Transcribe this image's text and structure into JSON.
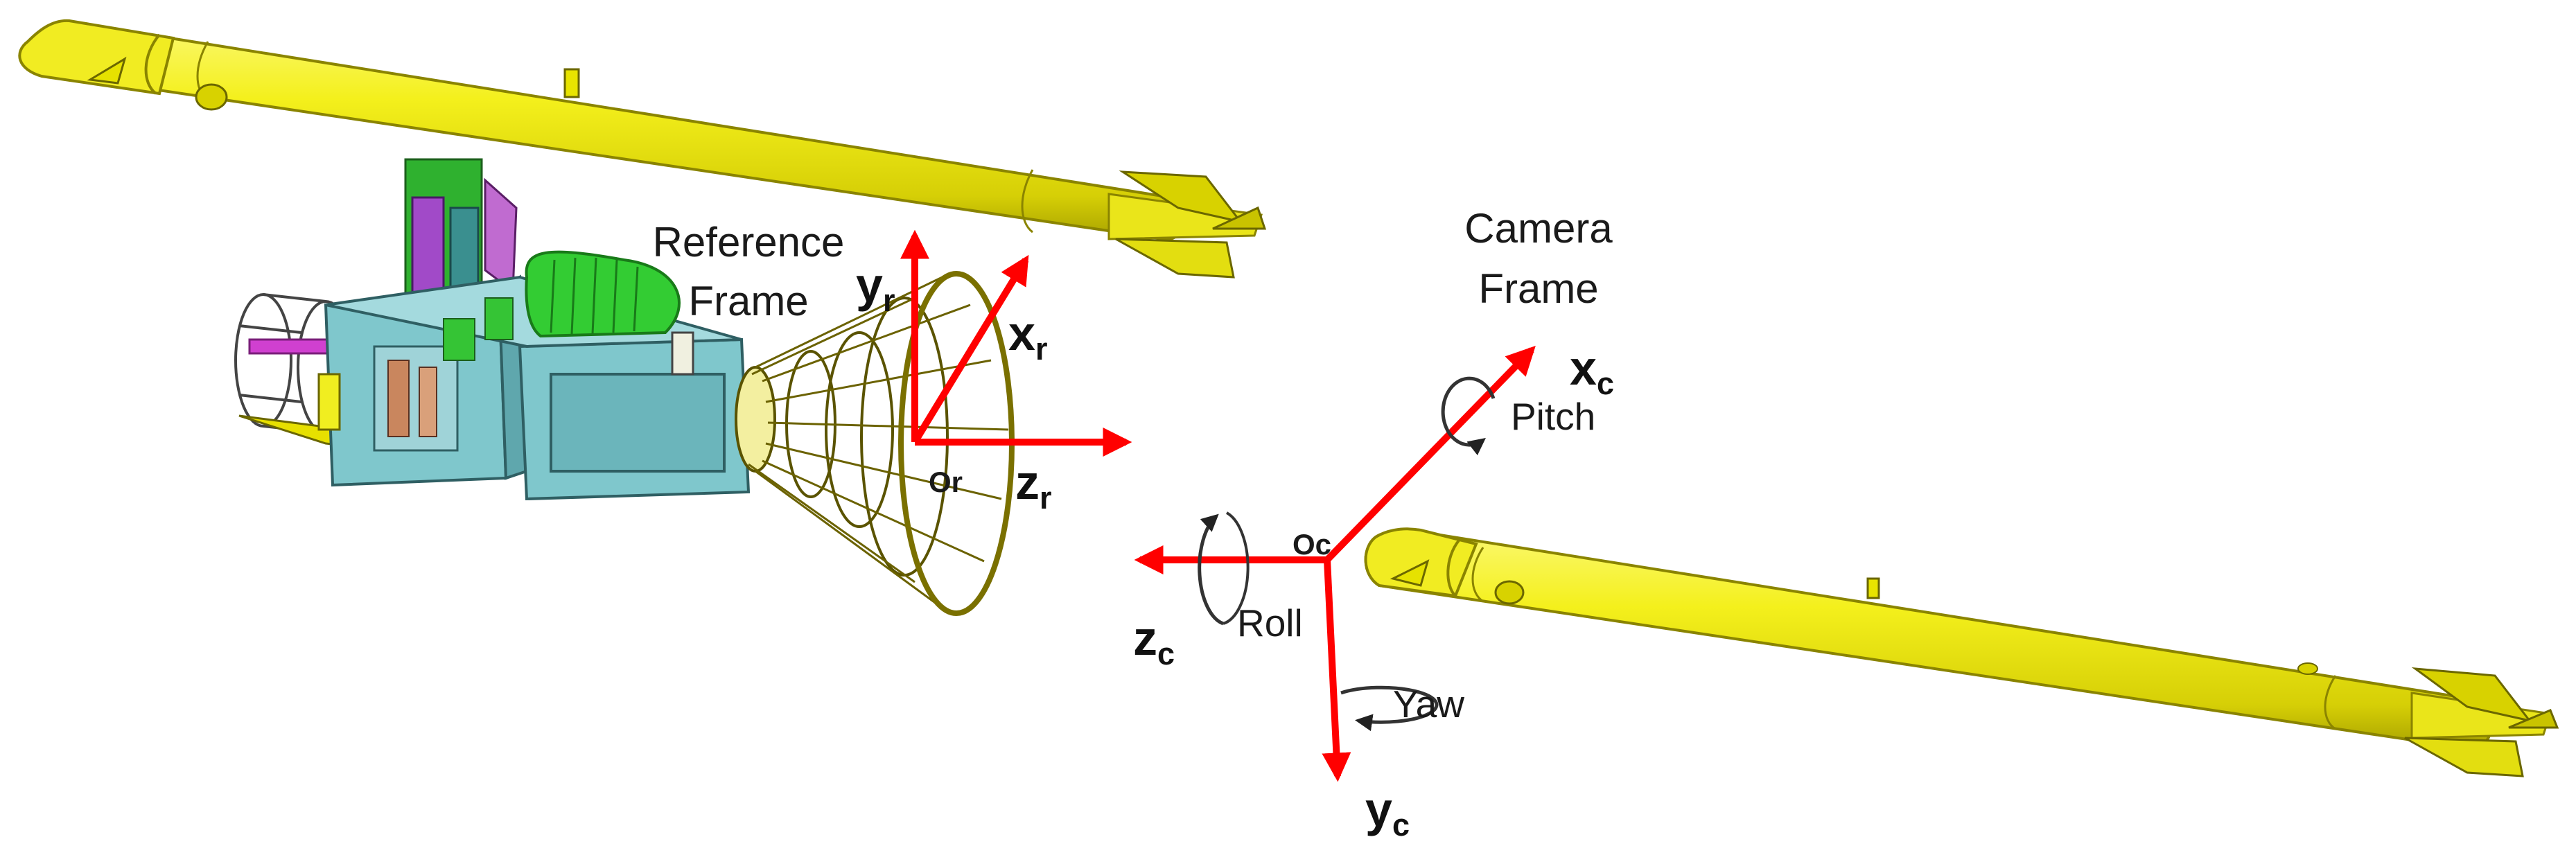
{
  "diagram": {
    "reference_frame": {
      "title_line1": "Reference",
      "title_line2": "Frame",
      "origin": "Or",
      "axes": [
        {
          "base": "y",
          "sub": "r"
        },
        {
          "base": "x",
          "sub": "r"
        },
        {
          "base": "z",
          "sub": "r"
        }
      ]
    },
    "camera_frame": {
      "title_line1": "Camera",
      "title_line2": "Frame",
      "origin": "Oc",
      "axes": [
        {
          "base": "x",
          "sub": "c"
        },
        {
          "base": "z",
          "sub": "c"
        },
        {
          "base": "y",
          "sub": "c"
        }
      ],
      "rotations": {
        "pitch": "Pitch",
        "roll": "Roll",
        "yaw": "Yaw"
      }
    },
    "colors": {
      "axis_arrow": "#ff0000",
      "vehicle_body": "#f2ef1e",
      "vehicle_outline": "#8a8a00",
      "rig_frame": "#7fc7cc",
      "rig_outline": "#2f5f63",
      "motor_housing": "#33cc33",
      "rotation_arrow": "#333333"
    },
    "icons": [
      "auv-target-icon",
      "auv-chaser-icon",
      "docking-rig-icon",
      "funnel-cone-icon"
    ]
  }
}
